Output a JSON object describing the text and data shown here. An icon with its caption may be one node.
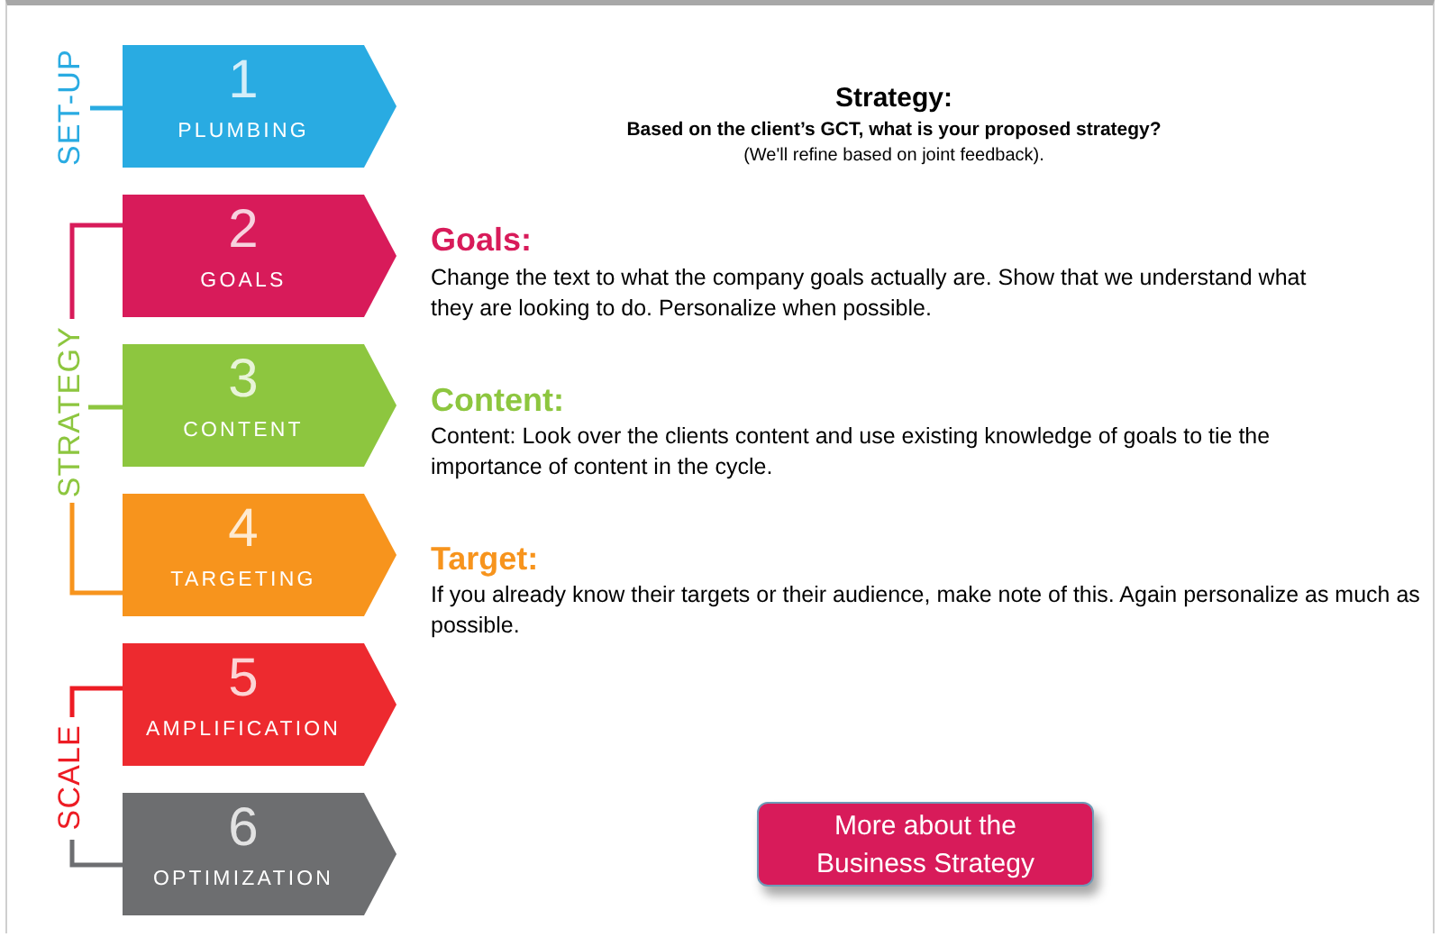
{
  "diagram": {
    "title": "Strategy:",
    "nodes": [
      {
        "text": [
          "1",
          "PLUMBING"
        ]
      },
      {
        "text": [
          "2",
          "GOALS"
        ]
      },
      {
        "text": [
          "3",
          "CONTENT"
        ]
      },
      {
        "text": [
          "4",
          "TARGETING"
        ]
      },
      {
        "text": [
          "5",
          "AMPLIFICATION"
        ]
      },
      {
        "text": [
          "6",
          "OPTIMIZATION"
        ]
      },
      {
        "text": [
          "More about the Business Strategy"
        ]
      }
    ],
    "labels": [
      "SET-UP",
      "STRATEGY",
      "SCALE",
      "Based on the client’s GCT, what is your proposed strategy?",
      "(We'll refine based on joint feedback).",
      "Goals:",
      "Change the text to what the company goals actually are. Show that we understand what they are looking to do. Personalize when possible.",
      "Content:",
      "Content: Look over the clients content and use existing knowledge of goals to tie the importance of content in the cycle.",
      "Target:",
      "If you already know their targets or their audience, make note of this. Again personalize as much as possible."
    ]
  }
}
